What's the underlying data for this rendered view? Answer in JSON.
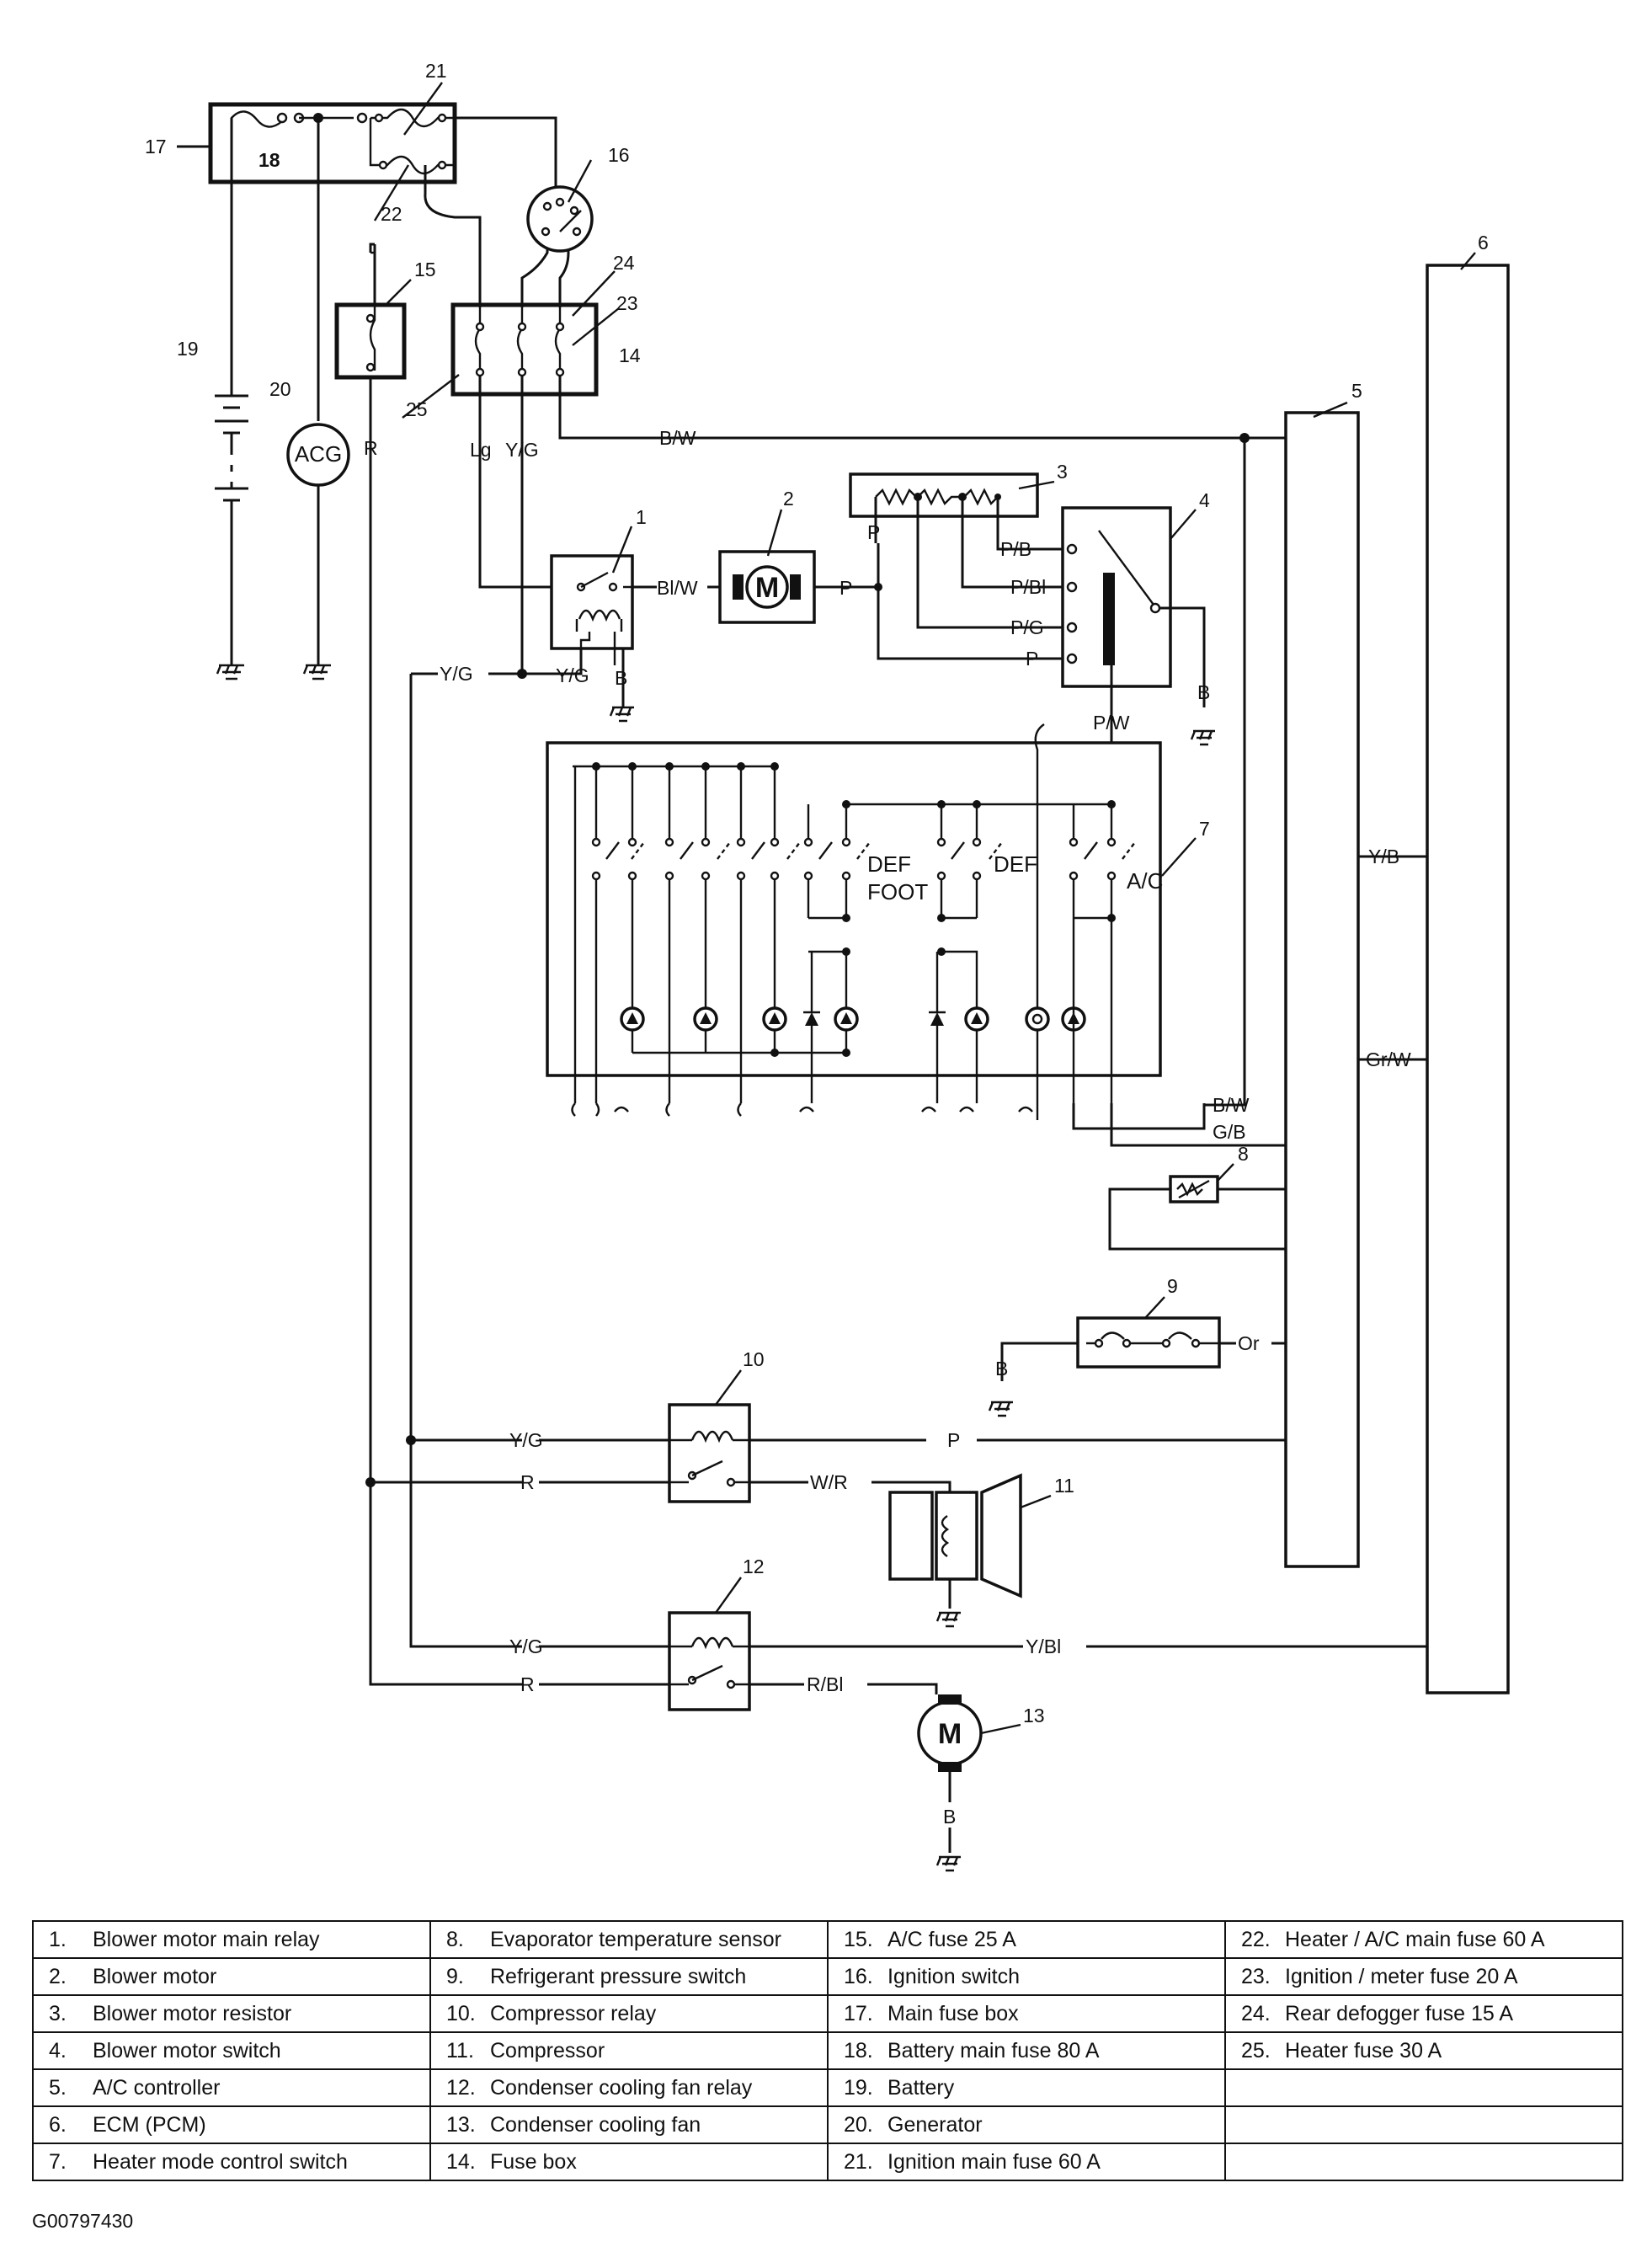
{
  "diagram": {
    "component_numbers": [
      "1",
      "2",
      "3",
      "4",
      "5",
      "6",
      "7",
      "8",
      "9",
      "10",
      "11",
      "12",
      "13",
      "14",
      "15",
      "16",
      "17",
      "18",
      "19",
      "20",
      "21",
      "22",
      "23",
      "24",
      "25"
    ],
    "wire_labels": {
      "r_left": "R",
      "lg": "Lg",
      "yg_top": "Y/G",
      "bw_top": "B/W",
      "blw": "Bl/W",
      "p_motor": "P",
      "p_res": "P",
      "pb": "P/B",
      "pbl": "P/Bl",
      "pg": "P/G",
      "p_sw": "P",
      "b_relay1": "B",
      "yg_relay1": "Y/G",
      "yg_left": "Y/G",
      "b_sw4": "B",
      "pw": "P/W",
      "bw_mid": "B/W",
      "gb": "G/B",
      "yb": "Y/B",
      "grw": "Gr/W",
      "b_9": "B",
      "or": "Or",
      "yg_10": "Y/G",
      "r_10": "R",
      "p_10": "P",
      "wr": "W/R",
      "yg_12": "Y/G",
      "r_12": "R",
      "ybl": "Y/Bl",
      "rbl": "R/Bl",
      "b_13": "B"
    },
    "symbols": {
      "acg": "ACG",
      "motor": "M",
      "motor13": "M"
    },
    "switch_labels": {
      "def1": "DEF",
      "foot": "FOOT",
      "def2": "DEF",
      "ac": "A/C"
    }
  },
  "legend": [
    {
      "num": "1.",
      "label": "Blower motor main relay"
    },
    {
      "num": "2.",
      "label": "Blower motor"
    },
    {
      "num": "3.",
      "label": "Blower motor resistor"
    },
    {
      "num": "4.",
      "label": "Blower motor switch"
    },
    {
      "num": "5.",
      "label": "A/C controller"
    },
    {
      "num": "6.",
      "label": "ECM (PCM)"
    },
    {
      "num": "7.",
      "label": "Heater mode control switch"
    },
    {
      "num": "8.",
      "label": "Evaporator temperature sensor"
    },
    {
      "num": "9.",
      "label": "Refrigerant pressure switch"
    },
    {
      "num": "10.",
      "label": "Compressor relay"
    },
    {
      "num": "11.",
      "label": "Compressor"
    },
    {
      "num": "12.",
      "label": "Condenser cooling fan relay"
    },
    {
      "num": "13.",
      "label": "Condenser cooling fan"
    },
    {
      "num": "14.",
      "label": "Fuse box"
    },
    {
      "num": "15.",
      "label": "A/C fuse 25 A"
    },
    {
      "num": "16.",
      "label": "Ignition switch"
    },
    {
      "num": "17.",
      "label": "Main fuse box"
    },
    {
      "num": "18.",
      "label": "Battery main fuse 80 A"
    },
    {
      "num": "19.",
      "label": "Battery"
    },
    {
      "num": "20.",
      "label": "Generator"
    },
    {
      "num": "21.",
      "label": "Ignition main fuse 60 A"
    },
    {
      "num": "22.",
      "label": "Heater / A/C main fuse 60 A"
    },
    {
      "num": "23.",
      "label": "Ignition / meter fuse 20 A"
    },
    {
      "num": "24.",
      "label": "Rear defogger fuse 15 A"
    },
    {
      "num": "25.",
      "label": "Heater fuse 30 A"
    }
  ],
  "figure_code": "G00797430"
}
